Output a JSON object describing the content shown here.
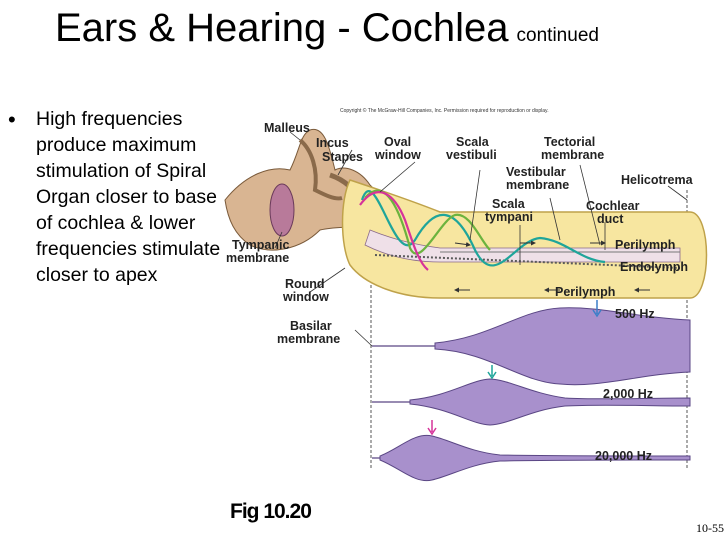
{
  "slide": {
    "title": "Ears & Hearing - Cochlea",
    "title_suffix": "continued",
    "bullet": "High frequencies produce maximum stimulation of Spiral Organ closer to base of cochlea & lower frequencies stimulate closer to apex",
    "figure_caption": "Fig 10.20",
    "page_number": "10-55"
  },
  "diagram": {
    "copyright": "Copyright © The McGraw-Hill Companies, Inc. Permission required for reproduction or display.",
    "labels": {
      "malleus": "Malleus",
      "incus": "Incus",
      "stapes": "Stapes",
      "oval": "Oval",
      "window": "window",
      "scala1": "Scala",
      "vestibuli": "vestibuli",
      "tectorial": "Tectorial",
      "membrane_t": "membrane",
      "vestibular": "Vestibular",
      "membrane_v": "membrane",
      "helicotrema": "Helicotrema",
      "scala2": "Scala",
      "tympani": "tympani",
      "cochlear": "Cochlear",
      "duct": "duct",
      "tympanic": "Tympanic",
      "membrane_ty": "membrane",
      "perilymph_top": "Perilymph",
      "endolymph": "Endolymph",
      "round": "Round",
      "window_r": "window",
      "perilymph_bottom": "Perilymph",
      "basilar": "Basilar",
      "membrane_b": "membrane",
      "hz500": "500 Hz",
      "hz2000": "2,000 Hz",
      "hz20000": "20,000 Hz"
    },
    "colors": {
      "cochlea_fill": "#f7e6a0",
      "bone": "#d9b592",
      "wave_teal": "#1fa59a",
      "wave_green": "#6cb33e",
      "wave_pink": "#d6339a",
      "basilar_fill": "#a890cc",
      "basilar_stroke": "#5a4684",
      "arrow_blue": "#3c7fc8"
    }
  }
}
